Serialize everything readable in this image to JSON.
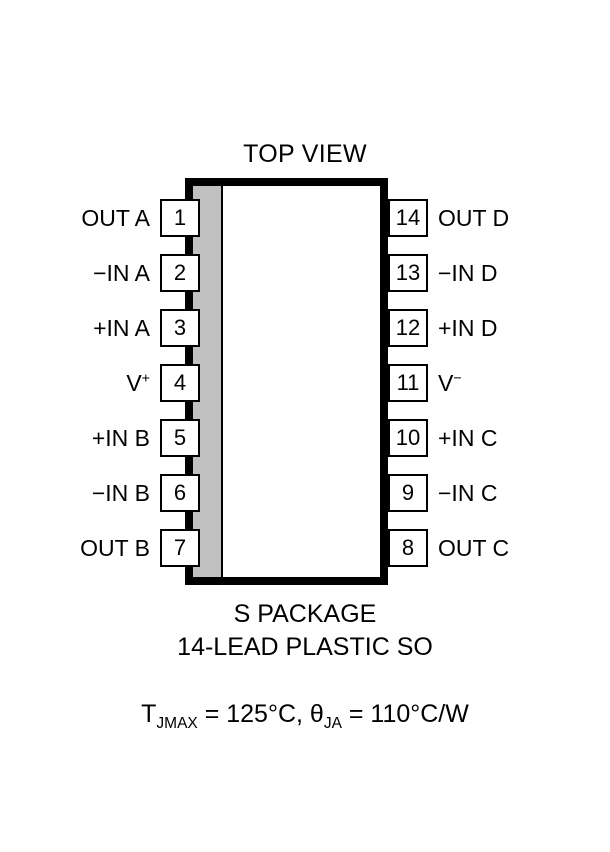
{
  "diagram": {
    "title": "TOP VIEW",
    "package_name": "S PACKAGE",
    "package_description": "14-LEAD PLASTIC SO",
    "thermal": {
      "param1_base": "T",
      "param1_sub": "JMAX",
      "param1_value": " = 125°C, ",
      "param2_base": "θ",
      "param2_sub": "JA",
      "param2_value": " = 110°C/W"
    },
    "colors": {
      "body_outline": "#000000",
      "pin1_marker": "#c0c0c0",
      "background": "#ffffff"
    },
    "pins_left": [
      {
        "number": "1",
        "label": "OUT A"
      },
      {
        "number": "2",
        "label": "−IN A"
      },
      {
        "number": "3",
        "label": "+IN A"
      },
      {
        "number": "4",
        "label": "V",
        "sup": "+"
      },
      {
        "number": "5",
        "label": "+IN B"
      },
      {
        "number": "6",
        "label": "−IN B"
      },
      {
        "number": "7",
        "label": "OUT B"
      }
    ],
    "pins_right": [
      {
        "number": "14",
        "label": "OUT D"
      },
      {
        "number": "13",
        "label": "−IN D"
      },
      {
        "number": "12",
        "label": "+IN D"
      },
      {
        "number": "11",
        "label": "V",
        "sup": "−"
      },
      {
        "number": "10",
        "label": "+IN C"
      },
      {
        "number": "9",
        "label": "−IN C"
      },
      {
        "number": "8",
        "label": "OUT C"
      }
    ]
  }
}
